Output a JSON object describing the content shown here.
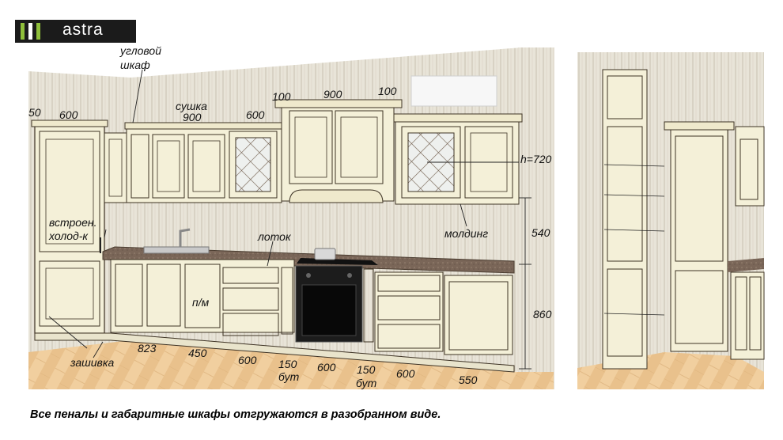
{
  "logo": {
    "text": "astra",
    "bar_colors": [
      "#8fbf3a",
      "#ffffff",
      "#8fbf3a"
    ]
  },
  "labels": {
    "corner_cabinet": [
      "угловой",
      "шкаф"
    ],
    "dryer": [
      "сушка",
      "900"
    ],
    "fridge": [
      "встроен.",
      "холод-к"
    ],
    "tray": "лоток",
    "molding": "молдинг",
    "dishwasher": "п/м",
    "plinth": "зашивка",
    "height_upper": "h=720",
    "top_dims": [
      "50",
      "600",
      "600",
      "100",
      "900",
      "100"
    ],
    "side_dims": [
      "540",
      "860"
    ],
    "bottom_dims": [
      "823",
      "450",
      "600",
      "150",
      "600",
      "150",
      "600",
      "550"
    ],
    "but_label": "бут"
  },
  "colors": {
    "wall": "#e8e4d8",
    "cabinet": "#f4f0d8",
    "counter": "#7a6658",
    "floor": "#e9c18c",
    "oven": "#1c1c1c"
  },
  "caption": "Все пеналы и габаритные шкафы отгружаются в разобранном виде."
}
